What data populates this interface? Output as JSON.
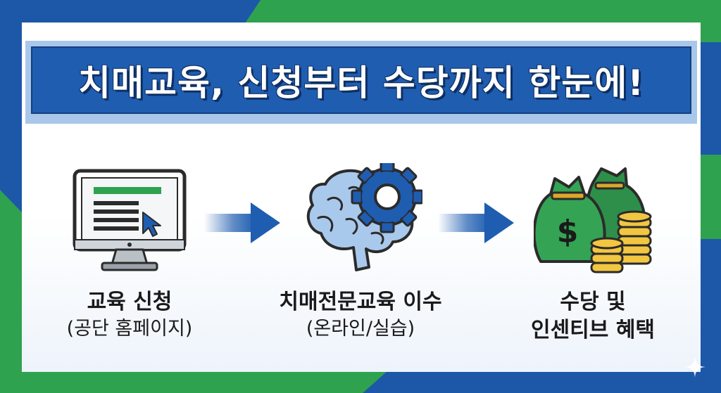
{
  "title": "치매교육, 신청부터 수당까지 한눈에!",
  "steps": [
    {
      "icon": "computer-monitor-icon",
      "main": "교육 신청",
      "sub": "(공단 홈페이지)"
    },
    {
      "icon": "brain-gear-icon",
      "main": "치매전문교육 이수",
      "sub": "(온라인/실습)"
    },
    {
      "icon": "money-bag-coins-icon",
      "main": "수당 및",
      "main2": "인센티브 혜택"
    }
  ],
  "colors": {
    "blue": "#1d57a8",
    "green": "#2fa24f",
    "banner": "#1f5db0"
  }
}
